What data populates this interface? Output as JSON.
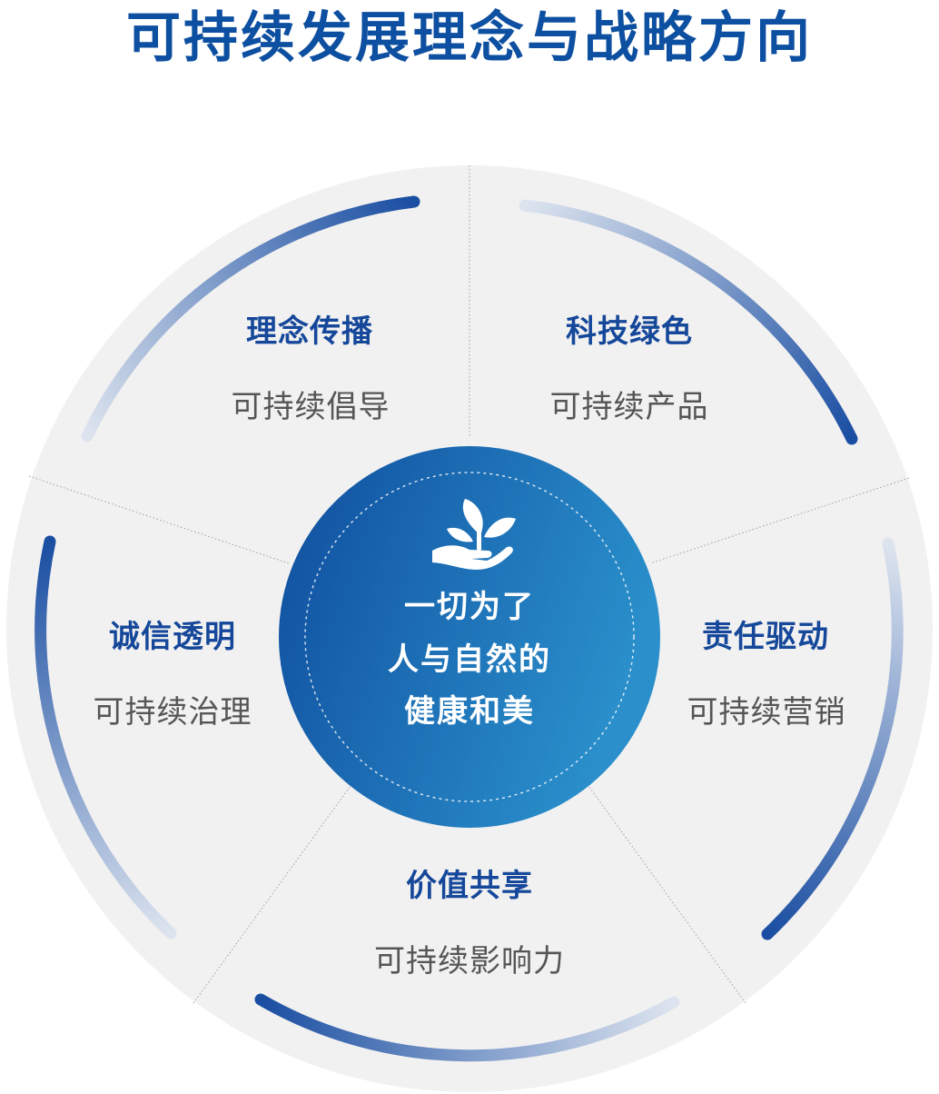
{
  "title": "可持续发展理念与战略方向",
  "center": {
    "icon": "hand-with-sprout-icon",
    "lines": [
      "一切为了",
      "人与自然的",
      "健康和美"
    ]
  },
  "segments": [
    {
      "title": "理念传播",
      "subtitle": "可持续倡导"
    },
    {
      "title": "科技绿色",
      "subtitle": "可持续产品"
    },
    {
      "title": "责任驱动",
      "subtitle": "可持续营销"
    },
    {
      "title": "价值共享",
      "subtitle": "可持续影响力"
    },
    {
      "title": "诚信透明",
      "subtitle": "可持续治理"
    }
  ],
  "colors": {
    "title": "#0d4fa0",
    "segment_title": "#15489a",
    "subtitle": "#555555",
    "ring_background": "#f2f1f1",
    "arc_dark": "#1a4ea2",
    "arc_light": "#dde4ef",
    "core_dark": "#0f4d9e",
    "core_light": "#2a8cc9"
  }
}
